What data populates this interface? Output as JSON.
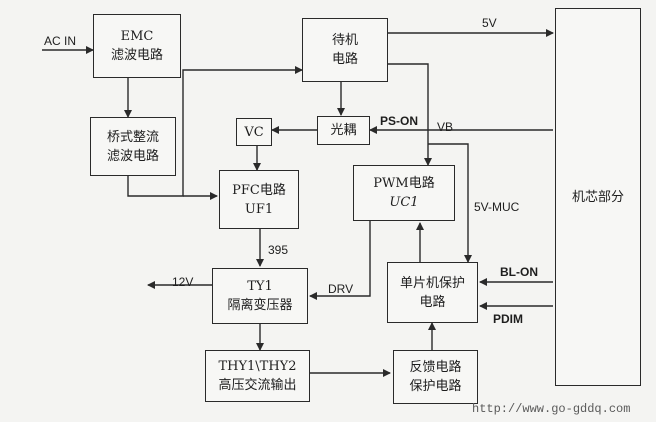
{
  "blocks": {
    "emc": {
      "line1": "EMC",
      "line2": "滤波电路"
    },
    "standby": {
      "line1": "待机",
      "line2": "电路"
    },
    "bridge": {
      "line1": "桥式整流",
      "line2": "滤波电路"
    },
    "vc": {
      "line1": "VC"
    },
    "optocoupler": {
      "line1": "光耦"
    },
    "pfc": {
      "line1": "PFC电路",
      "line2": "UF1"
    },
    "pwm": {
      "line1": "PWM电路",
      "line2": "UC1"
    },
    "ty1": {
      "line1": "TY1",
      "line2": "隔离变压器"
    },
    "mcu_protect": {
      "line1": "单片机保护",
      "line2": "电路"
    },
    "hv_out": {
      "line1": "THY1\\THY2",
      "line2": "高压交流输出"
    },
    "feedback": {
      "line1": "反馈电路",
      "line2": "保护电路"
    },
    "core": {
      "line1": "机芯部分"
    }
  },
  "signals": {
    "ac_in": "AC IN",
    "v5": "5V",
    "ps_on": "PS-ON",
    "vb": "VB",
    "v5_muc": "5V-MUC",
    "v395": "395",
    "v12": "12V",
    "drv": "DRV",
    "bl_on": "BL-ON",
    "pdim": "PDIM"
  },
  "watermark": "http://www.go-gddq.com"
}
